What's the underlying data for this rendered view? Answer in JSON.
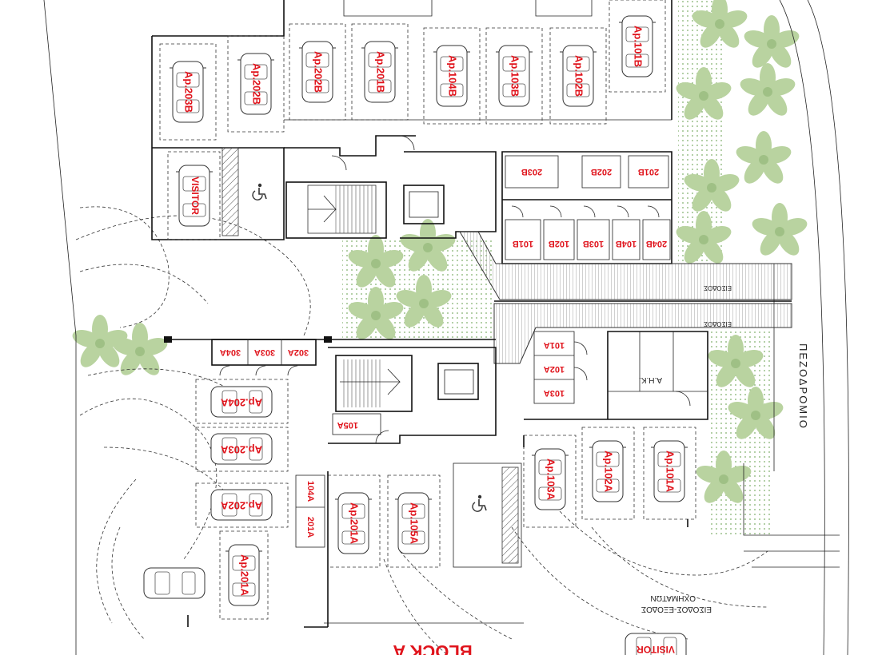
{
  "title": "BLOCK A",
  "road_label": "ΠΕΖΟΔΡΟΜΙΟ",
  "entrance_label_1": "ΕΙΣΟΔΟΣ-ΕΞΟΔΟΣ",
  "entrance_label_2": "ΟΧΗΜΑΤΩΝ",
  "corridor_label_1": "ΕΙΣΟΔΟΣ",
  "corridor_label_2": "ΕΙΣΟΔΟΣ",
  "ahk_label": "Α.Η.Κ.",
  "colors": {
    "label_red": "#e0141c",
    "tree_green": "#b9d3a0",
    "dot_green": "#7fae6a",
    "wall": "#111111"
  },
  "parking_top": [
    "Ap.203B",
    "Ap.202B",
    "Ap.202B",
    "Ap.201B",
    "Ap.104B",
    "Ap.103B",
    "Ap.102B",
    "Ap.101B"
  ],
  "visitor_top": "VISITOR",
  "storage_top_upper": [
    "203B",
    "202B",
    "201B"
  ],
  "storage_top_lower": [
    "101B",
    "102B",
    "103B",
    "104B",
    "204B"
  ],
  "storage_mid": [
    "304A",
    "303A",
    "302A"
  ],
  "storage_right_col": [
    "101A",
    "102A",
    "103A"
  ],
  "storage_105": "105A",
  "storage_small_col": [
    "104A",
    "201A"
  ],
  "parking_left_horiz": [
    "Ap.204A",
    "Ap.203A",
    "Ap.202A"
  ],
  "parking_bottom": [
    "Ap.201A",
    "Ap.201A",
    "Ap.105A",
    "Ap.103A",
    "Ap.102A",
    "Ap.101A"
  ],
  "visitor_bottom": "VISITOR",
  "accessible_icon": "wheelchair-icon"
}
